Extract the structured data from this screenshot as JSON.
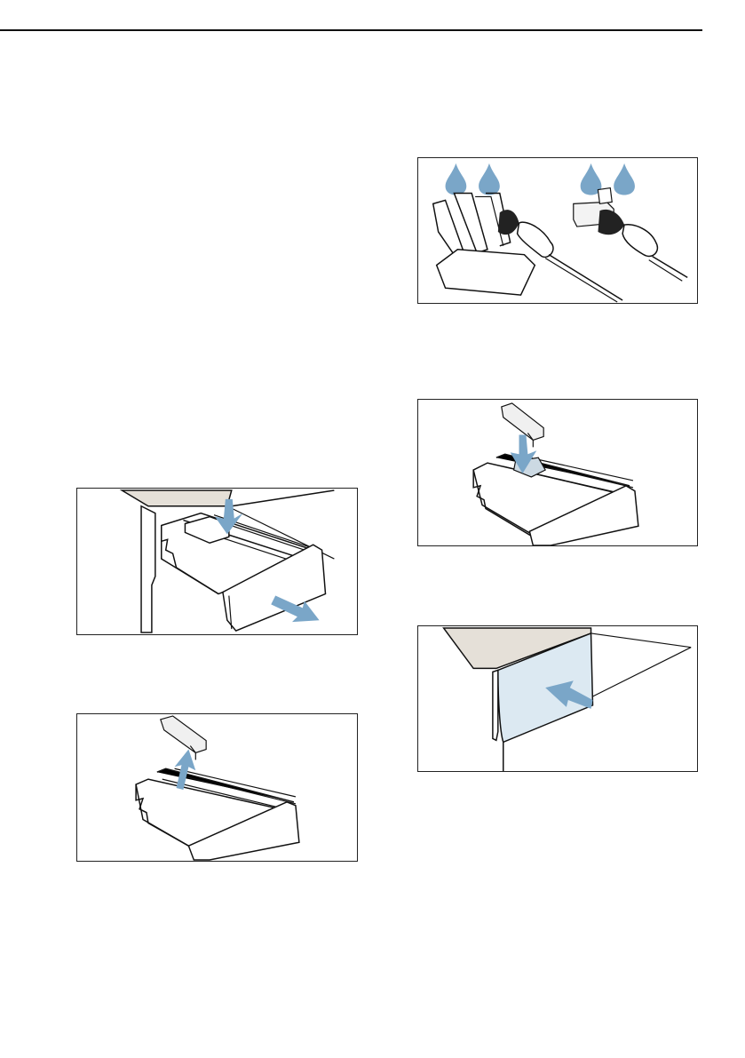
{
  "page": {
    "illustrations": [
      {
        "id": "fig1",
        "icon": "push-tab-and-pull-out-drawer-illustration"
      },
      {
        "id": "fig2",
        "icon": "remove-insert-illustration"
      },
      {
        "id": "fig3",
        "icon": "clean-drawer-and-insert-illustration"
      },
      {
        "id": "fig4",
        "icon": "refit-insert-illustration"
      },
      {
        "id": "fig5",
        "icon": "push-drawer-in-illustration"
      }
    ],
    "colors": {
      "water_drop": "#7aa6c8",
      "arrow": "#7aa6c8",
      "panel_fill": "#dce9f2",
      "housing_fill": "#e5e0d8",
      "line": "#111111"
    }
  }
}
